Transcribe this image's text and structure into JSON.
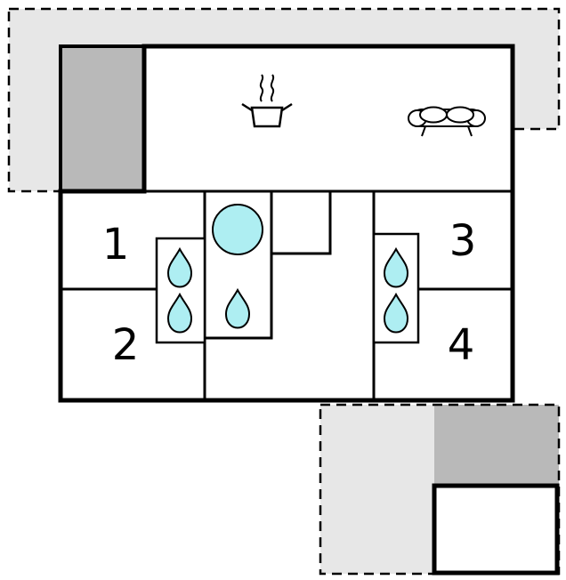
{
  "floorplan": {
    "rooms": [
      {
        "label": "1"
      },
      {
        "label": "2"
      },
      {
        "label": "3"
      },
      {
        "label": "4"
      }
    ],
    "icons": {
      "stove": "stove-pot-icon",
      "sofa": "sofa-icon",
      "tub": "round-tub-icon",
      "sink": "water-drop-icon"
    },
    "colors": {
      "wall": "#000000",
      "room_fill": "#ffffff",
      "terrace_light": "#e7e7e7",
      "terrace_dark": "#b9b9b9",
      "water": "#aeeef2"
    }
  }
}
